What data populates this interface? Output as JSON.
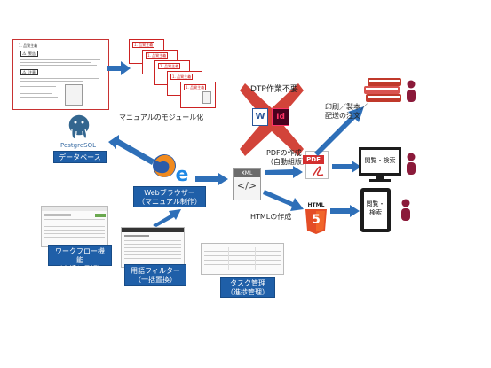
{
  "diagram": {
    "manual_label": "マニュアルのモジュール化",
    "database_label": "データベース",
    "postgres_logo_text": "PostgreSQL",
    "browser_label_line1": "Webブラウザー",
    "browser_label_line2": "（マニュアル制作）",
    "dtp_label": "DTP作業不要",
    "xml_label": "XML",
    "pdf_label_line1": "PDFの作成",
    "pdf_label_line2": "（自動組版）",
    "pdf_icon_text": "PDF",
    "html_label": "HTMLの作成",
    "html5_text": "HTML",
    "html5_num": "5",
    "print_label_line1": "印刷／製本／",
    "print_label_line2": "配送の注文",
    "monitor_label": "閲覧・検索",
    "tablet_label_line1": "閲覧・",
    "tablet_label_line2": "検索",
    "workflow_label_line1": "ワークフロー機能",
    "workflow_label_line2": "（申請と承認）",
    "glossary_label_line1": "用語フィルター",
    "glossary_label_line2": "（一括置換）",
    "task_label_line1": "タスク管理",
    "task_label_line2": "（進捗管理）",
    "doc_header_title": "1. 品質主義",
    "doc_warning": "警告",
    "doc_caution": "注意",
    "word_icon": "W",
    "indesign_icon": "Id",
    "module_tag": "1. 品質主義"
  },
  "colors": {
    "box_blue": "#1f5fa8",
    "arrow_blue": "#2e6fb8",
    "cross_red": "#d2443a",
    "doc_border": "#d33333"
  }
}
